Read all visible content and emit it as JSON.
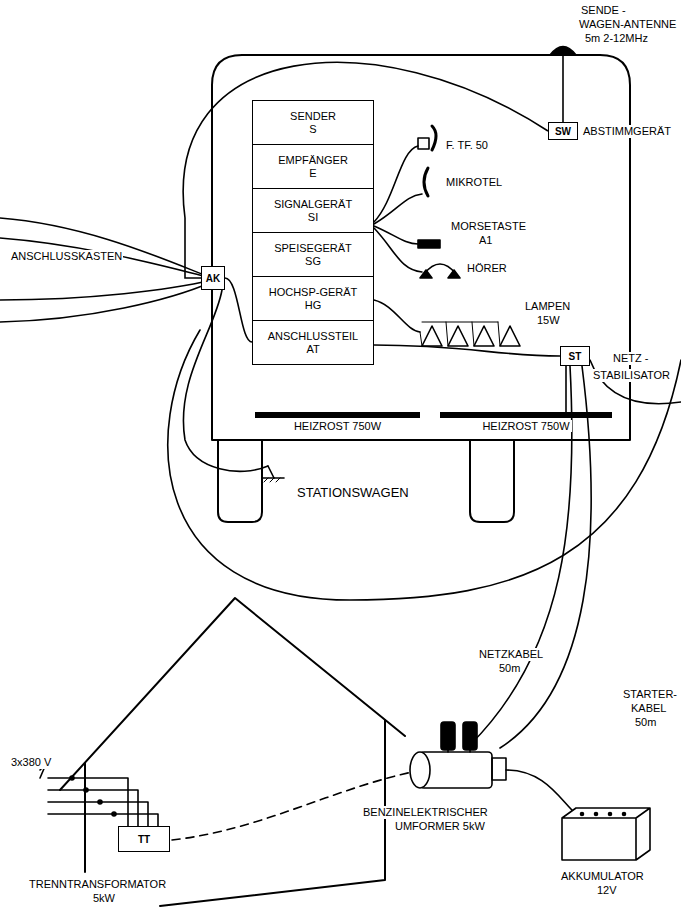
{
  "diagram": {
    "nodes": [
      {
        "text": [
          "SW"
        ]
      },
      {
        "text": [
          "AK"
        ]
      },
      {
        "text": [
          "SENDER",
          "S"
        ]
      },
      {
        "text": [
          "EMPFÄNGER",
          "E"
        ]
      },
      {
        "text": [
          "SIGNALGERÄT",
          "SI"
        ]
      },
      {
        "text": [
          "SPEISEGERÄT",
          "SG"
        ]
      },
      {
        "text": [
          "HOCHSP-GERÄT",
          "HG"
        ]
      },
      {
        "text": [
          "ANSCHLUSSTEIL",
          "AT"
        ]
      },
      {
        "text": [
          "ST"
        ]
      },
      {
        "text": [
          "HEIZROST 750W"
        ]
      },
      {
        "text": [
          "HEIZROST 750W"
        ]
      },
      {
        "text": [
          "TT"
        ]
      }
    ],
    "edges": [
      {
        "from": 0,
        "to": 1,
        "arrow": "none"
      },
      {
        "from": 1,
        "to": 7,
        "arrow": "none"
      },
      {
        "from": 7,
        "to": 8,
        "arrow": "none"
      },
      {
        "from": 8,
        "to": 10,
        "arrow": "none"
      }
    ],
    "labels": [
      "SENDE -",
      "WAGEN-ANTENNE",
      "5m 2-12MHz",
      "ABSTIMMGERÄT",
      "ANSCHLUSSKASTEN",
      "F. TF. 50",
      "MIKROTEL",
      "MORSETASTE",
      "A1",
      "HÖRER",
      "LAMPEN",
      "15W",
      "NETZ -",
      "STABILISATOR",
      "STATIONSWAGEN",
      "NETZKABEL",
      "50m",
      "STARTER-",
      "KABEL",
      "50m",
      "BENZINELEKTRISCHER",
      "UMFORMER 5kW",
      "AKKUMULATOR",
      "12V",
      "3x380 V",
      "TRENNTRANSFORMATOR",
      "5kW"
    ]
  }
}
